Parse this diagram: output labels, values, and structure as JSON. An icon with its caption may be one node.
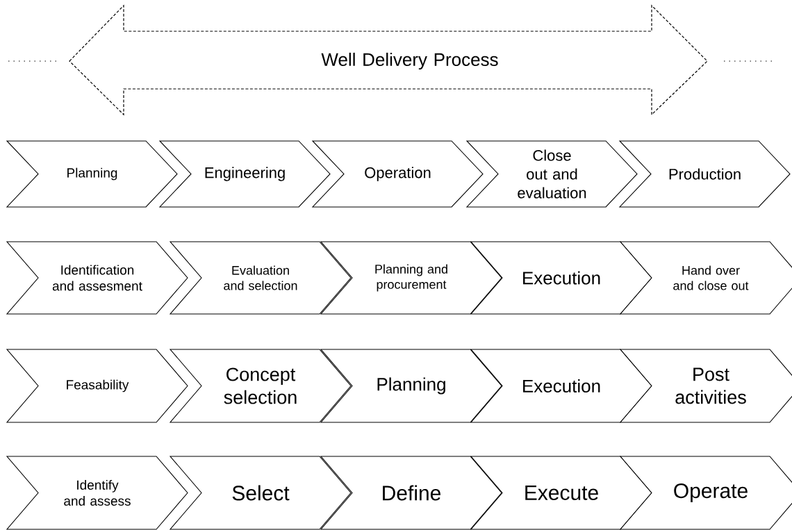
{
  "diagram": {
    "nodes": [
      {
        "text": [
          "Well Delivery Process"
        ]
      },
      {
        "text": [
          "Planning"
        ]
      },
      {
        "text": [
          "Engineering"
        ]
      },
      {
        "text": [
          "Operation"
        ]
      },
      {
        "text": [
          "Close out and evaluation"
        ]
      },
      {
        "text": [
          "Production"
        ]
      },
      {
        "text": [
          "Identification and assesment"
        ]
      },
      {
        "text": [
          "Evaluation and selection"
        ]
      },
      {
        "text": [
          "Planning and procurement"
        ]
      },
      {
        "text": [
          "Execution"
        ]
      },
      {
        "text": [
          "Hand over and close out"
        ]
      },
      {
        "text": [
          "Feasability"
        ]
      },
      {
        "text": [
          "Concept selection"
        ]
      },
      {
        "text": [
          "Planning"
        ]
      },
      {
        "text": [
          "Execution"
        ]
      },
      {
        "text": [
          "Post activities"
        ]
      },
      {
        "text": [
          "Identify and assess"
        ]
      },
      {
        "text": [
          "Select"
        ]
      },
      {
        "text": [
          "Define"
        ]
      },
      {
        "text": [
          "Execute"
        ]
      },
      {
        "text": [
          "Operate"
        ]
      }
    ],
    "edges": []
  }
}
